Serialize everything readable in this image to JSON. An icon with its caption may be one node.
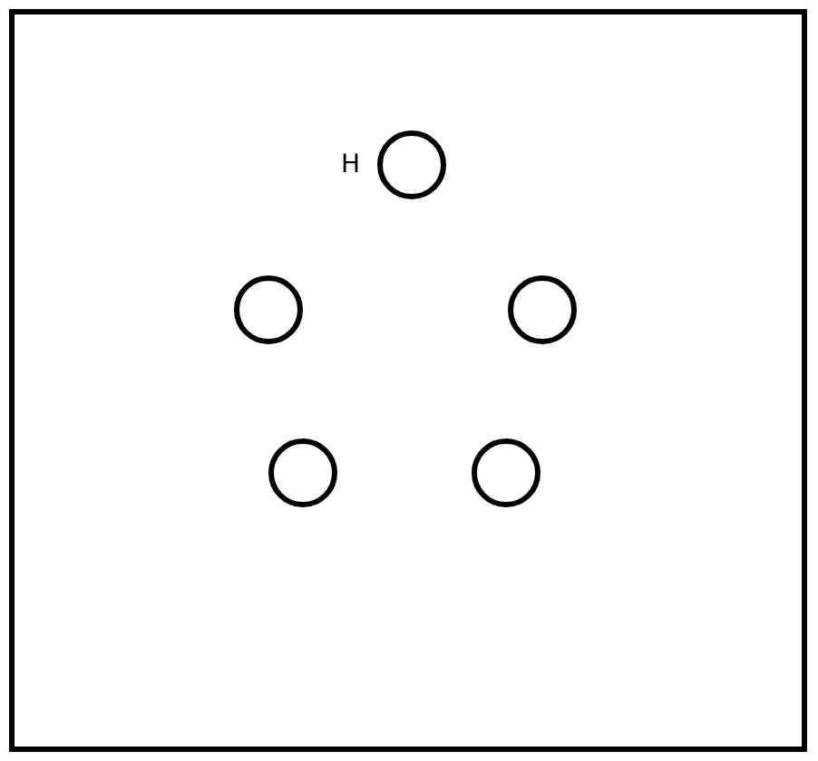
{
  "diagram": {
    "nodes": [
      {
        "text": [],
        "shape": "box"
      },
      {
        "text": [],
        "shape": "circle",
        "in": 0,
        "beside": [
          "H"
        ]
      },
      {
        "text": [],
        "shape": "circle",
        "in": 0
      },
      {
        "text": [],
        "shape": "circle",
        "in": 0
      },
      {
        "text": [],
        "shape": "circle",
        "in": 0
      },
      {
        "text": [],
        "shape": "circle",
        "in": 0
      }
    ]
  }
}
